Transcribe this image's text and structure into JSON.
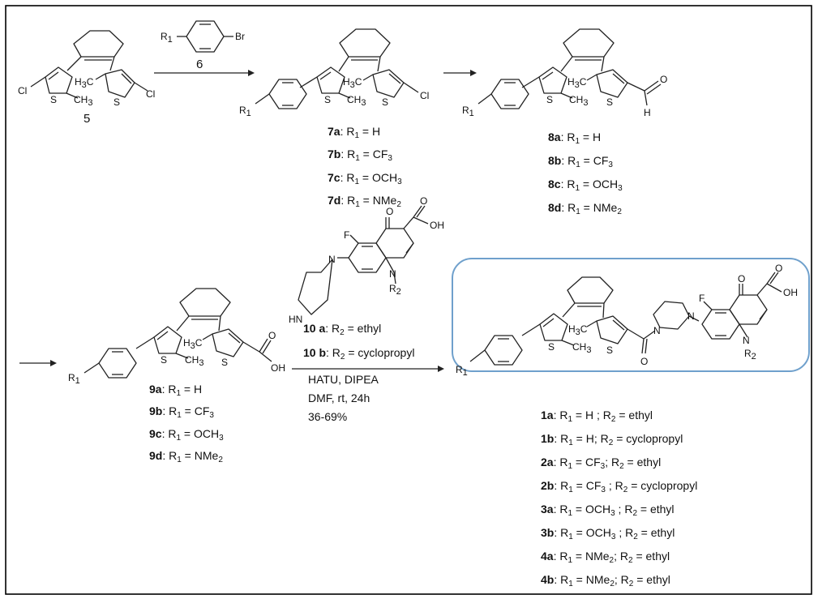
{
  "reagent_6": {
    "r1": "R",
    "r1_sub": "1",
    "br": "Br",
    "number": "6"
  },
  "compound_5": {
    "cl_left": "Cl",
    "cl_right": "Cl",
    "s_left": "S",
    "s_right": "S",
    "ch3_left": "CH",
    "ch3_left_sub": "3",
    "h3c": "H",
    "h3c_sub": "3",
    "h3c_c": "C",
    "number": "5"
  },
  "atoms": {
    "S": "S",
    "R": "R",
    "sub1": "1",
    "sub2": "2",
    "sub3": "3",
    "CH": "CH",
    "H": "H",
    "C": "C",
    "Cl": "Cl",
    "O": "O",
    "OH": "OH",
    "F": "F",
    "N": "N",
    "HN": "HN"
  },
  "list_7": [
    {
      "id": "7a",
      "pre": ": R",
      "sub": "1",
      "post": " = H",
      "post2": "",
      "post2_sub": ""
    },
    {
      "id": "7b",
      "pre": ": R",
      "sub": "1",
      "post": " = CF",
      "post2": "3",
      "post2_sub": ""
    },
    {
      "id": "7c",
      "pre": ": R",
      "sub": "1",
      "post": " = OCH",
      "post2": "3",
      "post2_sub": ""
    },
    {
      "id": "7d",
      "pre": ": R",
      "sub": "1",
      "post": " = NMe",
      "post2": "2",
      "post2_sub": ""
    }
  ],
  "list_8": [
    {
      "id": "8a",
      "pre": ": R",
      "sub": "1",
      "post": " = H",
      "post2": ""
    },
    {
      "id": "8b",
      "pre": ": R",
      "sub": "1",
      "post": " = CF",
      "post2": "3"
    },
    {
      "id": "8c",
      "pre": ": R",
      "sub": "1",
      "post": " = OCH",
      "post2": "3"
    },
    {
      "id": "8d",
      "pre": ": R",
      "sub": "1",
      "post": " = NMe",
      "post2": "2"
    }
  ],
  "list_9": [
    {
      "id": "9a",
      "pre": ": R",
      "sub": "1",
      "post": " = H",
      "post2": ""
    },
    {
      "id": "9b",
      "pre": ": R",
      "sub": "1",
      "post": " = CF",
      "post2": "3"
    },
    {
      "id": "9c",
      "pre": ": R",
      "sub": "1",
      "post": " = OCH",
      "post2": "3"
    },
    {
      "id": "9d",
      "pre": ": R",
      "sub": "1",
      "post": " = NMe",
      "post2": "2"
    }
  ],
  "reagent_10": [
    {
      "id": "10 a",
      "text": ": R",
      "sub": "2",
      "post": " = ethyl"
    },
    {
      "id": "10 b",
      "text": ": R",
      "sub": "2",
      "post": " = cyclopropyl"
    }
  ],
  "conditions": [
    "HATU, DIPEA",
    "DMF, rt, 24h",
    "36-69%"
  ],
  "list_final": [
    {
      "id": "1a",
      "a": ": R",
      "as": "1",
      "b": " = H ; R",
      "bs": "2",
      "c": " = ethyl",
      "cs": "",
      "d": ""
    },
    {
      "id": "1b",
      "a": ": R",
      "as": "1",
      "b": " = H; R",
      "bs": "2",
      "c": " = cyclopropyl",
      "cs": "",
      "d": ""
    },
    {
      "id": "2a",
      "a": ": R",
      "as": "1",
      "b": " = CF",
      "bs": "3",
      "c": "; R",
      "cs": "2",
      "d": " = ethyl"
    },
    {
      "id": "2b",
      "a": ": R",
      "as": "1",
      "b": " = CF",
      "bs": "3",
      "c": " ; R",
      "cs": "2",
      "d": " = cyclopropyl"
    },
    {
      "id": "3a",
      "a": ": R",
      "as": "1",
      "b": " = OCH",
      "bs": "3",
      "c": " ; R",
      "cs": "2",
      "d": " = ethyl"
    },
    {
      "id": "3b",
      "a": ": R",
      "as": "1",
      "b": " = OCH",
      "bs": "3",
      "c": " ; R",
      "cs": "2",
      "d": " = ethyl"
    },
    {
      "id": "4a",
      "a": ": R",
      "as": "1",
      "b": " = NMe",
      "bs": "2",
      "c": ";  R",
      "cs": "2",
      "d": " = ethyl"
    },
    {
      "id": "4b",
      "a": ": R",
      "as": "1",
      "b": " = NMe",
      "bs": "2",
      "c": ";  R",
      "cs": "2",
      "d": " = ethyl"
    }
  ],
  "colors": {
    "frame": "#000000",
    "highlight": "#6fa0cc",
    "ink": "#222222"
  }
}
